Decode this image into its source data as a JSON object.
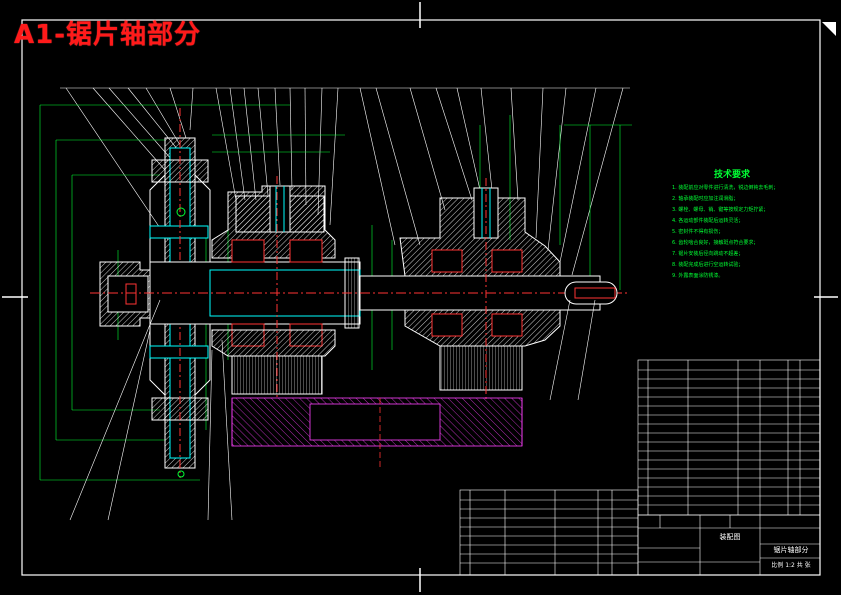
{
  "drawing": {
    "title": "A1-锯片轴部分",
    "part_name": "锯片轴部分",
    "assembly_label": "装配图",
    "scale_text": "比例 1:2 共 张"
  },
  "tech_requirements": {
    "heading": "技术要求",
    "items": [
      "1. 装配前应对零件进行清洗，锐边倒钝去毛刺；",
      "2. 轴承装配时应加注润滑脂；",
      "3. 螺栓、螺母、销、键等按规定力矩拧紧；",
      "4. 各运动部件装配后运转灵活；",
      "5. 密封件不得有损伤；",
      "6. 齿轮啮合良好，接触斑点符合要求；",
      "7. 锯片安装后径向跳动不超差；",
      "8. 装配完成后进行空运转试验；",
      "9. 外露表面涂防锈漆。"
    ]
  },
  "colors": {
    "frame": "#ffffff",
    "outline": "#ffffff",
    "section": "#00ffff",
    "hatch": "#ff40ff",
    "dim": "#00ff33",
    "center": "#ff3333",
    "leader": "#ffffff",
    "title": "#ff1a1a"
  }
}
